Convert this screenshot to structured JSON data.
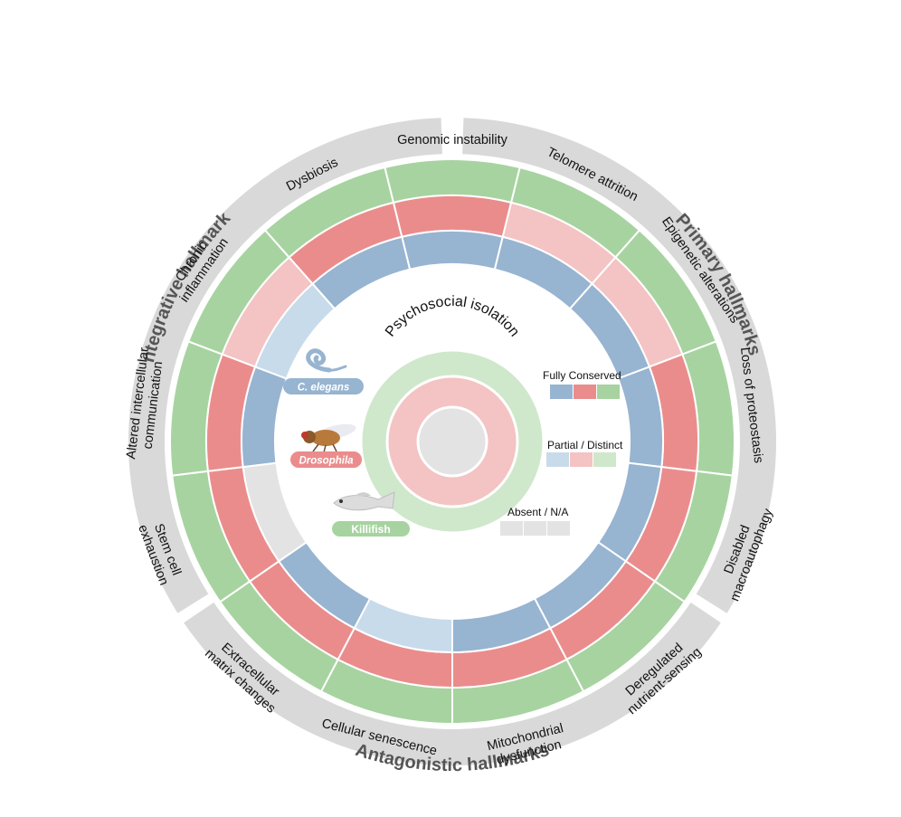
{
  "colors": {
    "celegans_full": "#97b4d1",
    "celegans_partial": "#c8dbeb",
    "drosophila_full": "#eb8c8c",
    "drosophila_partial": "#f4c3c3",
    "killifish_full": "#a7d3a0",
    "killifish_partial": "#cfe8cb",
    "absent": "#e3e3e3",
    "band": "#d9d9d9"
  },
  "groups": [
    {
      "label": "Primary hallmarks"
    },
    {
      "label": "Antagonistic hallmarks"
    },
    {
      "label": "Integrative hallmarks"
    }
  ],
  "species": [
    {
      "label": "C. elegans",
      "color": "#97b4d1"
    },
    {
      "label": "Drosophila",
      "color": "#eb8c8c"
    },
    {
      "label": "Killifish",
      "color": "#a7d3a0"
    }
  ],
  "legend": {
    "full": "Fully Conserved",
    "partial": "Partial / Distinct",
    "absent": "Absent / N/A"
  },
  "center": {
    "label": "Psychosocial isolation",
    "rings": [
      "absent",
      "partial",
      "partial"
    ]
  },
  "hallmarks": [
    {
      "lines": [
        "Genomic instability"
      ],
      "celegans": "full",
      "drosophila": "full",
      "killifish": "full"
    },
    {
      "lines": [
        "Telomere attrition"
      ],
      "celegans": "full",
      "drosophila": "partial",
      "killifish": "full"
    },
    {
      "lines": [
        "Epigenetic alterations"
      ],
      "celegans": "full",
      "drosophila": "partial",
      "killifish": "full"
    },
    {
      "lines": [
        "Loss of proteostasis"
      ],
      "celegans": "full",
      "drosophila": "full",
      "killifish": "full"
    },
    {
      "lines": [
        "Disabled",
        "macroautophagy"
      ],
      "celegans": "full",
      "drosophila": "full",
      "killifish": "full"
    },
    {
      "lines": [
        "Deregulated",
        "nutrient-sensing"
      ],
      "celegans": "full",
      "drosophila": "full",
      "killifish": "full"
    },
    {
      "lines": [
        "Mitochondrial",
        "dysfunction"
      ],
      "celegans": "full",
      "drosophila": "full",
      "killifish": "full"
    },
    {
      "lines": [
        "Cellular senescence"
      ],
      "celegans": "partial",
      "drosophila": "full",
      "killifish": "full"
    },
    {
      "lines": [
        "Extracellular",
        "matrix changes"
      ],
      "celegans": "full",
      "drosophila": "full",
      "killifish": "full"
    },
    {
      "lines": [
        "Stem cell",
        "exhaustion"
      ],
      "celegans": "absent",
      "drosophila": "full",
      "killifish": "full"
    },
    {
      "lines": [
        "Altered intercellular",
        "communication"
      ],
      "celegans": "full",
      "drosophila": "full",
      "killifish": "full"
    },
    {
      "lines": [
        "Chronic",
        "inflammation"
      ],
      "celegans": "partial",
      "drosophila": "partial",
      "killifish": "full"
    },
    {
      "lines": [
        "Dysbiosis"
      ],
      "celegans": "full",
      "drosophila": "full",
      "killifish": "full"
    }
  ]
}
